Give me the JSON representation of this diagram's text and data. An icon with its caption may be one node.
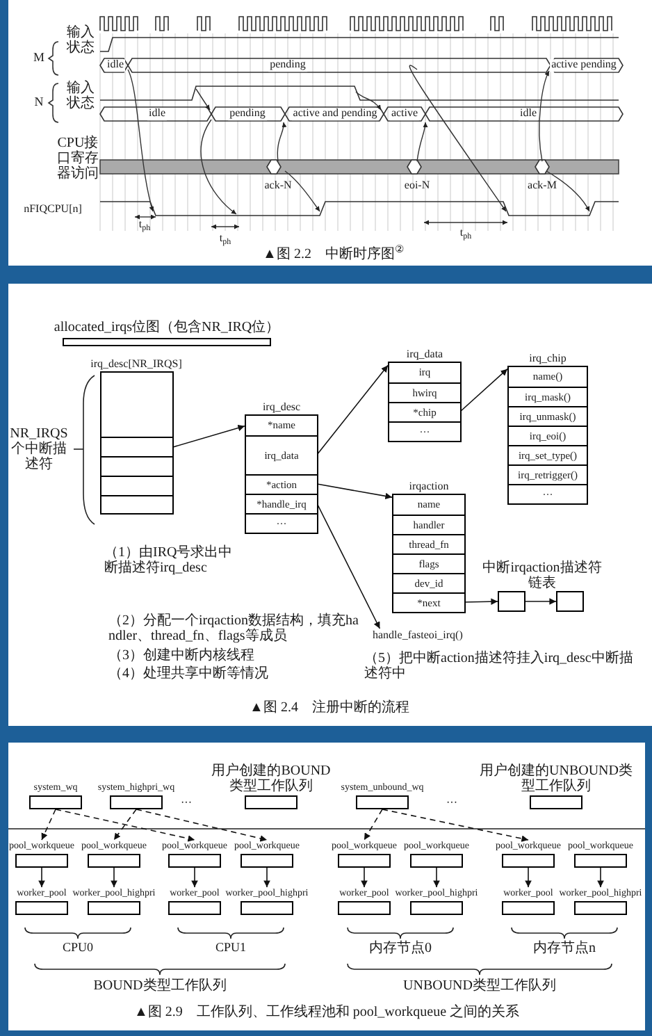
{
  "diagram": {
    "nodes": [
      {
        "text": [
          "allocated_irqs位图（包含NR_IRQ位）"
        ]
      },
      {
        "text": [
          "irq_desc[NR_IRQS]"
        ]
      },
      {
        "text": [],
        "shape": "box",
        "in": 1
      },
      {
        "text": [],
        "shape": "box",
        "in": 1
      },
      {
        "text": [],
        "shape": "box",
        "in": 1
      },
      {
        "text": [],
        "shape": "box",
        "in": 1
      },
      {
        "text": [],
        "shape": "box",
        "in": 1
      },
      {
        "text": [
          "irq_desc"
        ]
      },
      {
        "text": [
          "*name"
        ],
        "in": 7
      },
      {
        "text": [
          "irq_data"
        ],
        "in": 7
      },
      {
        "text": [
          "*action"
        ],
        "in": 7
      },
      {
        "text": [
          "*handle_irq"
        ],
        "in": 7
      },
      {
        "text": [
          "···"
        ],
        "in": 7
      },
      {
        "text": [
          "irq_data"
        ]
      },
      {
        "text": [
          "irq"
        ],
        "in": 13
      },
      {
        "text": [
          "hwirq"
        ],
        "in": 13
      },
      {
        "text": [
          "*chip"
        ],
        "in": 13
      },
      {
        "text": [
          "···"
        ],
        "in": 13
      },
      {
        "text": [
          "irq_chip"
        ]
      },
      {
        "text": [
          "name()"
        ],
        "in": 18
      },
      {
        "text": [
          "irq_mask()"
        ],
        "in": 18
      },
      {
        "text": [
          "irq_unmask()"
        ],
        "in": 18
      },
      {
        "text": [
          "irq_eoi()"
        ],
        "in": 18
      },
      {
        "text": [
          "irq_set_type()"
        ],
        "in": 18
      },
      {
        "text": [
          "irq_retrigger()"
        ],
        "in": 18
      },
      {
        "text": [
          "···"
        ],
        "in": 18
      },
      {
        "text": [
          "irqaction"
        ]
      },
      {
        "text": [
          "name"
        ],
        "in": 26
      },
      {
        "text": [
          "handler"
        ],
        "in": 26
      },
      {
        "text": [
          "thread_fn"
        ],
        "in": 26
      },
      {
        "text": [
          "flags"
        ],
        "in": 26
      },
      {
        "text": [
          "dev_id"
        ],
        "in": 26
      },
      {
        "text": [
          "*next"
        ],
        "in": 26
      },
      {
        "text": [],
        "shape": "box"
      },
      {
        "text": [],
        "shape": "box"
      },
      {
        "text": [
          "handle_fasteoi_irq()"
        ]
      },
      {
        "text": [
          "system_wq"
        ]
      },
      {
        "text": [
          "system_highpri_wq"
        ]
      },
      {
        "text": [
          "用户创建的BOUND类型工作队列"
        ]
      },
      {
        "text": [
          "system_unbound_wq"
        ]
      },
      {
        "text": [
          "用户创建的UNBOUND类型工作队列"
        ]
      },
      {
        "text": [
          "pool_workqueue"
        ]
      },
      {
        "text": [
          "pool_workqueue"
        ]
      },
      {
        "text": [
          "pool_workqueue"
        ]
      },
      {
        "text": [
          "pool_workqueue"
        ]
      },
      {
        "text": [
          "pool_workqueue"
        ]
      },
      {
        "text": [
          "pool_workqueue"
        ]
      },
      {
        "text": [
          "pool_workqueue"
        ]
      },
      {
        "text": [
          "pool_workqueue"
        ]
      },
      {
        "text": [
          "worker_pool"
        ]
      },
      {
        "text": [
          "worker_pool_highpri"
        ]
      },
      {
        "text": [
          "worker_pool"
        ]
      },
      {
        "text": [
          "worker_pool_highpri"
        ]
      },
      {
        "text": [
          "worker_pool"
        ]
      },
      {
        "text": [
          "worker_pool_highpri"
        ]
      },
      {
        "text": [
          "worker_pool"
        ]
      },
      {
        "text": [
          "worker_pool_highpri"
        ]
      }
    ],
    "edges": [
      {
        "from": 3,
        "to": 7,
        "arrow": "to"
      },
      {
        "from": 9,
        "to": 13,
        "arrow": "to"
      },
      {
        "from": 10,
        "to": 26,
        "arrow": "to"
      },
      {
        "from": 11,
        "to": 35,
        "arrow": "to"
      },
      {
        "from": 16,
        "to": 18,
        "arrow": "to"
      },
      {
        "from": 32,
        "to": 33,
        "arrow": "to"
      },
      {
        "from": 33,
        "to": 34,
        "arrow": "to"
      },
      {
        "from": 36,
        "to": 41,
        "arrow": "to",
        "style": "dashed"
      },
      {
        "from": 36,
        "to": 43,
        "arrow": "to",
        "style": "dashed"
      },
      {
        "from": 37,
        "to": 42,
        "arrow": "to",
        "style": "dashed"
      },
      {
        "from": 37,
        "to": 44,
        "arrow": "to",
        "style": "dashed"
      },
      {
        "from": 39,
        "to": 45,
        "arrow": "to",
        "style": "dashed"
      },
      {
        "from": 39,
        "to": 47,
        "arrow": "to",
        "style": "dashed"
      },
      {
        "from": 41,
        "to": 49,
        "arrow": "to"
      },
      {
        "from": 42,
        "to": 50,
        "arrow": "to"
      },
      {
        "from": 43,
        "to": 51,
        "arrow": "to"
      },
      {
        "from": 44,
        "to": 52,
        "arrow": "to"
      },
      {
        "from": 45,
        "to": 53,
        "arrow": "to"
      },
      {
        "from": 46,
        "to": 54,
        "arrow": "to"
      },
      {
        "from": 47,
        "to": 55,
        "arrow": "to"
      },
      {
        "from": 48,
        "to": 56,
        "arrow": "to"
      }
    ],
    "labels": [
      "输入状态",
      "M",
      "idle",
      "pending",
      "active pending",
      "输入状态",
      "N",
      "idle",
      "pending",
      "active and pending",
      "active",
      "idle",
      "CPU接口寄存器访问",
      "ack-N",
      "eoi-N",
      "ack-M",
      "nFIQCPU[n]",
      "t$_{ph}$",
      "t$_{ph}$",
      "t$_{ph}$",
      "▲图 2.2　中断时序图$^{②}$",
      "NR_IRQS个中断描述符",
      "（1）由IRQ号求出中断描述符irq_desc",
      "中断irqaction描述符链表",
      "（2）分配一个irqaction数据结构，填充handler、thread_fn、flags等成员",
      "（3）创建中断内核线程",
      "（4）处理共享中断等情况",
      "（5）把中断action描述符挂入irq_desc中断描述符中",
      "▲图 2.4　注册中断的流程",
      "···",
      "···",
      "CPU0",
      "CPU1",
      "内存节点0",
      "内存节点n",
      "BOUND类型工作队列",
      "UNBOUND类型工作队列",
      "▲图 2.9　工作队列、工作线程池和 pool_workqueue 之间的关系"
    ]
  }
}
